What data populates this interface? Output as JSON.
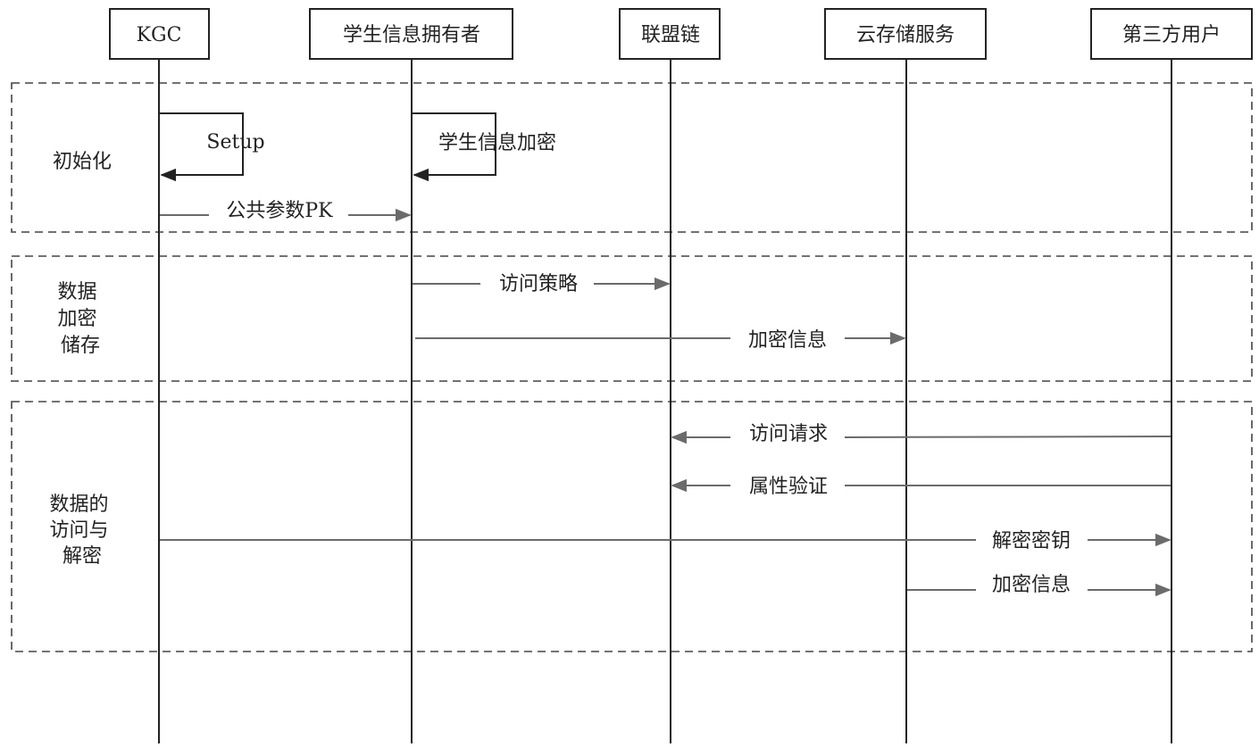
{
  "participants": [
    {
      "id": "kgc",
      "label": "KGC"
    },
    {
      "id": "owner",
      "label": "学生信息拥有者"
    },
    {
      "id": "chain",
      "label": "联盟链"
    },
    {
      "id": "cloud",
      "label": "云存储服务"
    },
    {
      "id": "user",
      "label": "第三方用户"
    }
  ],
  "phases": [
    {
      "id": "init",
      "label_lines": [
        "初始化"
      ]
    },
    {
      "id": "store",
      "label_lines": [
        "数据",
        "加密",
        "储存"
      ]
    },
    {
      "id": "access",
      "label_lines": [
        "数据的",
        "访问与",
        "解密"
      ]
    }
  ],
  "messages": [
    {
      "id": "setup",
      "from": "kgc",
      "to": "kgc",
      "label": "Setup",
      "self": true
    },
    {
      "id": "encrypt-info",
      "from": "owner",
      "to": "owner",
      "label": "学生信息加密",
      "self": true
    },
    {
      "id": "public-params",
      "from": "kgc",
      "to": "owner",
      "label": "公共参数PK"
    },
    {
      "id": "access-policy",
      "from": "owner",
      "to": "chain",
      "label": "访问策略"
    },
    {
      "id": "encrypted-info-store",
      "from": "owner",
      "to": "cloud",
      "label": "加密信息"
    },
    {
      "id": "access-request",
      "from": "user",
      "to": "chain",
      "label": "访问请求"
    },
    {
      "id": "attr-verify",
      "from": "user",
      "to": "chain",
      "label": "属性验证"
    },
    {
      "id": "decrypt-key",
      "from": "kgc",
      "to": "user",
      "label": "解密密钥"
    },
    {
      "id": "encrypted-info-send",
      "from": "cloud",
      "to": "user",
      "label": "加密信息"
    }
  ],
  "colors": {
    "lifeline": "#222222",
    "box_border": "#222222",
    "arrow": "#6b6b6b",
    "self_arrow": "#222222",
    "dashed_border": "#444444",
    "text": "#222222"
  }
}
